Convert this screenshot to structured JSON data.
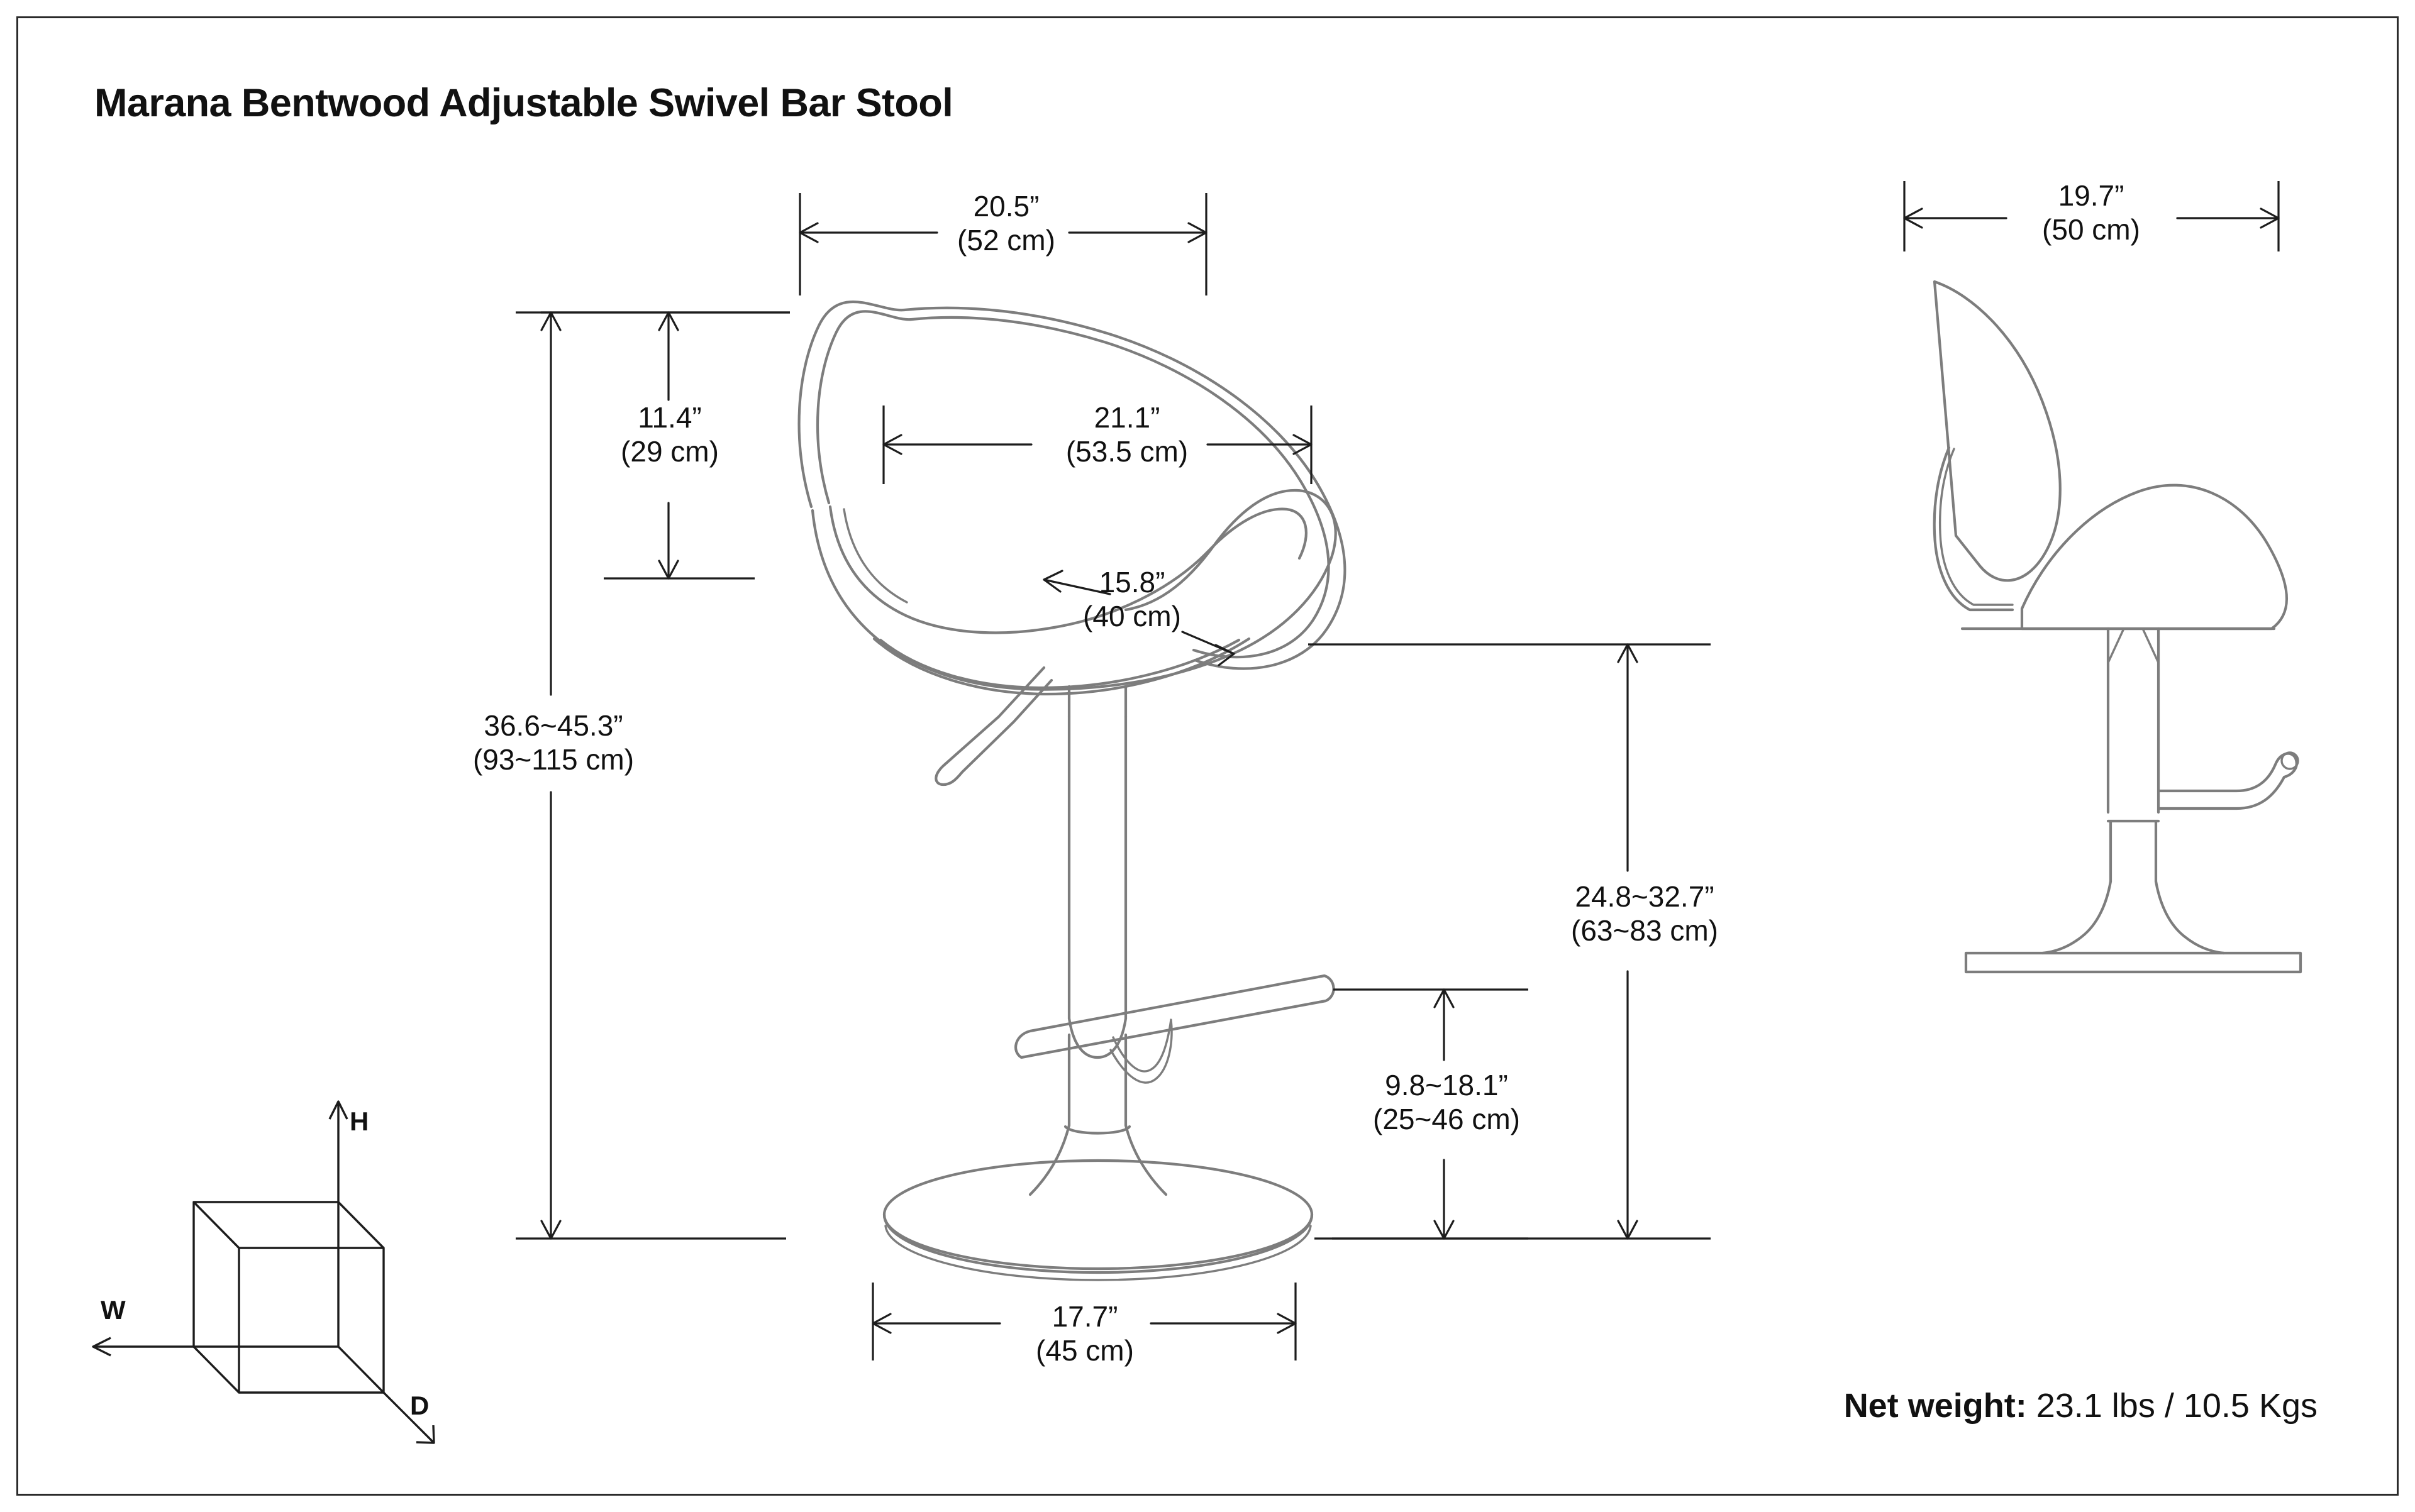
{
  "page": {
    "title": "Marana Bentwood Adjustable Swivel Bar Stool",
    "net_weight": {
      "label": "Net weight:",
      "value": "23.1 lbs / 10.5 Kgs"
    },
    "border_color": "#2b2b2b",
    "drawing_color": "#7d7d7d",
    "dimension_color": "#1d1d1d",
    "background": "#ffffff"
  },
  "axis_legend": {
    "name": "whd-axis-cube",
    "height_label": "H",
    "width_label": "W",
    "depth_label": "D"
  },
  "views": [
    {
      "name": "front-view",
      "label": ""
    },
    {
      "name": "side-view",
      "label": ""
    }
  ],
  "dimensions": {
    "overall_width": {
      "name": "overall-width",
      "view": "front-view",
      "orientation": "horizontal",
      "imperial": "20.5”",
      "metric": "(52 cm)"
    },
    "backrest_height": {
      "name": "backrest-height",
      "view": "front-view",
      "orientation": "vertical",
      "imperial": "11.4”",
      "metric": "(29 cm)"
    },
    "overall_height": {
      "name": "overall-height-range",
      "view": "front-view",
      "orientation": "vertical",
      "imperial": "36.6~45.3”",
      "metric": "(93~115 cm)"
    },
    "seat_width": {
      "name": "seat-width",
      "view": "front-view",
      "orientation": "horizontal",
      "imperial": "21.1”",
      "metric": "(53.5 cm)"
    },
    "seat_depth": {
      "name": "seat-depth",
      "view": "front-view",
      "orientation": "leader",
      "imperial": "15.8”",
      "metric": "(40 cm)"
    },
    "seat_height": {
      "name": "seat-height-range",
      "view": "front-view",
      "orientation": "vertical",
      "imperial": "24.8~32.7”",
      "metric": "(63~83 cm)"
    },
    "footrest_height": {
      "name": "footrest-height-range",
      "view": "front-view",
      "orientation": "vertical",
      "imperial": "9.8~18.1”",
      "metric": "(25~46 cm)"
    },
    "base_width": {
      "name": "base-width",
      "view": "front-view",
      "orientation": "horizontal",
      "imperial": "17.7”",
      "metric": "(45 cm)"
    },
    "side_depth": {
      "name": "side-overall-depth",
      "view": "side-view",
      "orientation": "horizontal",
      "imperial": "19.7”",
      "metric": "(50 cm)"
    }
  }
}
